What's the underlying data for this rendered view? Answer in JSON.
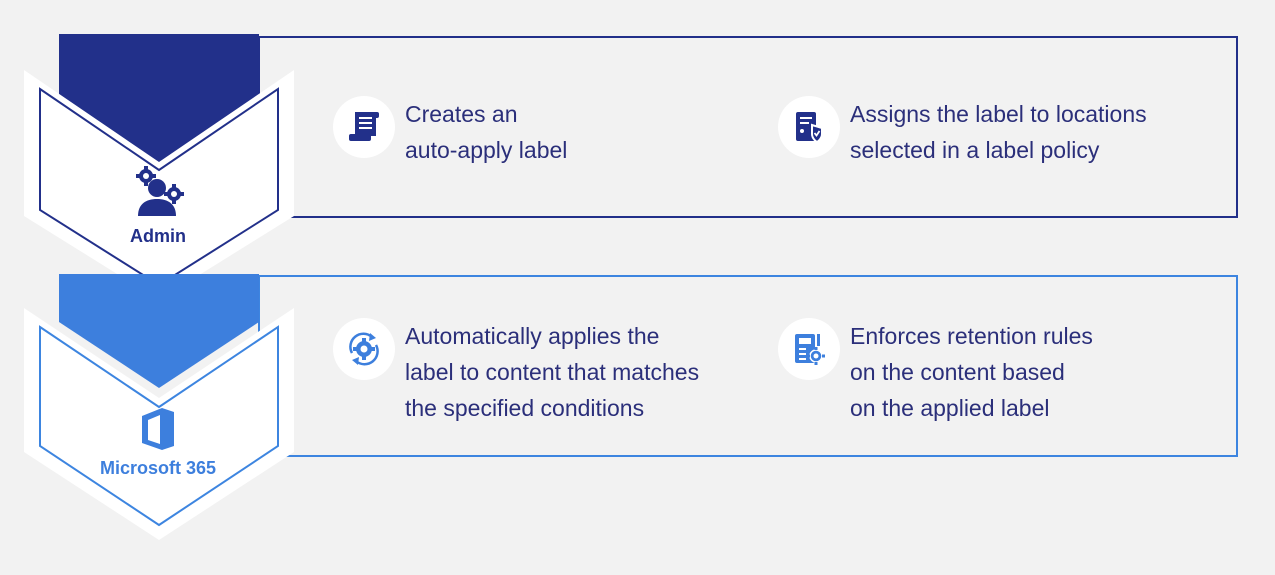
{
  "roles": {
    "admin": {
      "label": "Admin",
      "color": "#22308a",
      "icon": "admin-gear-person-icon"
    },
    "m365": {
      "label": "Microsoft 365",
      "color": "#3d85e0",
      "icon": "office-logo-icon"
    }
  },
  "steps": {
    "admin_1": {
      "icon": "scroll-document-icon",
      "lines": [
        "Creates an",
        "auto-apply label"
      ]
    },
    "admin_2": {
      "icon": "shield-document-icon",
      "lines": [
        "Assigns the label to locations",
        "selected in a label policy"
      ]
    },
    "m365_1": {
      "icon": "auto-gear-cycle-icon",
      "lines": [
        "Automatically applies the",
        "label to content that matches",
        "the specified conditions"
      ]
    },
    "m365_2": {
      "icon": "document-gear-icon",
      "lines": [
        "Enforces retention rules",
        "on the content based",
        "on the applied label"
      ]
    }
  }
}
